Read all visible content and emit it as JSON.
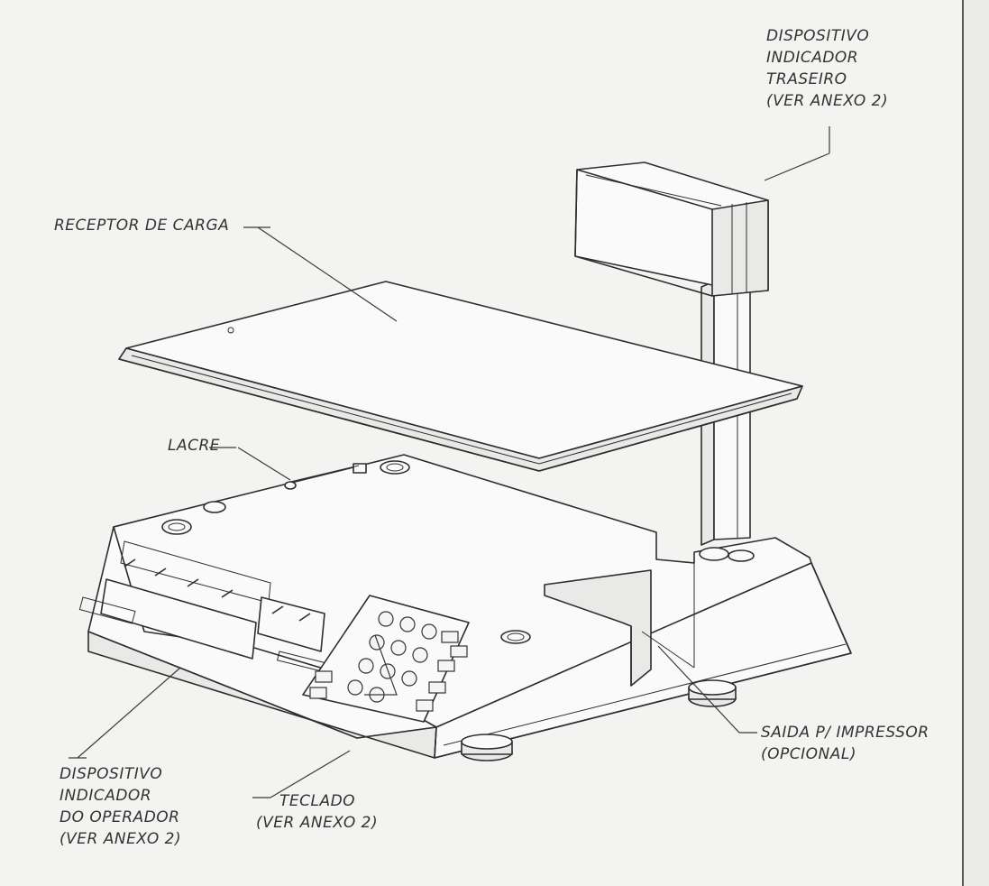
{
  "labels": {
    "rear_display": [
      "DISPOSITIVO",
      "INDICADOR",
      "TRASEIRO",
      "(VER ANEXO 2)"
    ],
    "load_receptor": "RECEPTOR DE CARGA",
    "seal": "LACRE",
    "printer_output": [
      "SAIDA P/ IMPRESSOR",
      "(OPCIONAL)"
    ],
    "operator_display": [
      "DISPOSITIVO",
      "INDICADOR",
      "DO OPERADOR",
      "(VER ANEXO 2)"
    ],
    "keyboard": [
      "TECLADO",
      "(VER ANEXO 2)"
    ]
  }
}
